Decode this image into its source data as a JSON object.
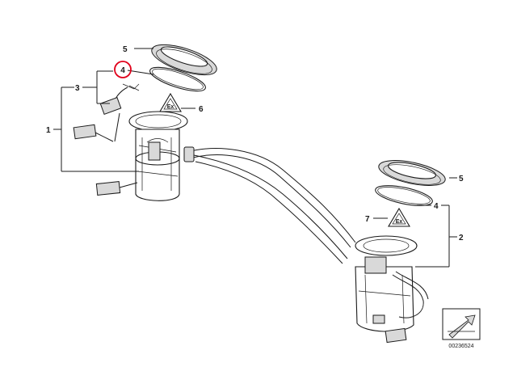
{
  "callouts": {
    "c1": "1",
    "c2": "2",
    "c3": "3",
    "c4a": "4",
    "c4b": "4",
    "c5a": "5",
    "c5b": "5",
    "c6": "6",
    "c7": "7"
  },
  "highlight_color": "#e0001a",
  "reference_number": "00236524",
  "icons": {
    "warning_left": "warning-triangle-icon",
    "warning_right": "warning-triangle-icon",
    "direction": "direction-arrow-icon"
  }
}
